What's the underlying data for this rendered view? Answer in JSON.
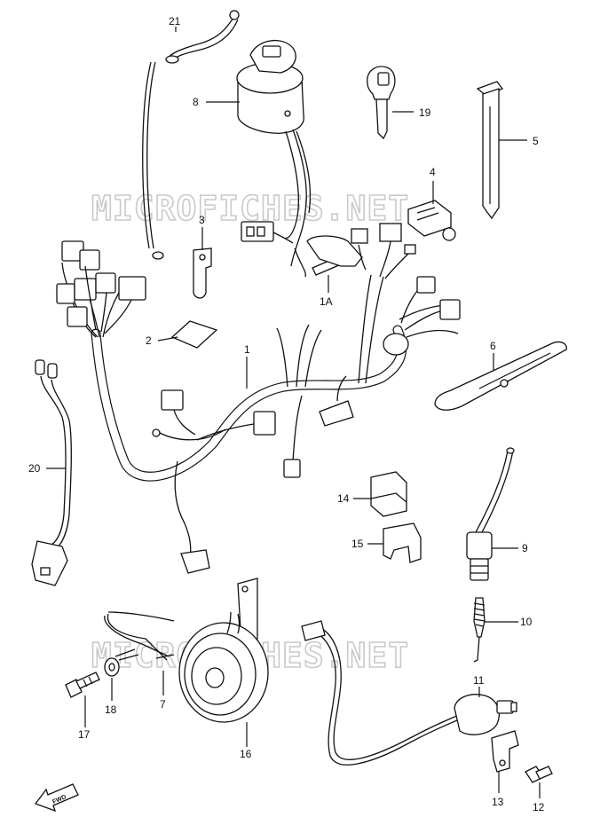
{
  "watermark": "MICROFICHES.NET",
  "fwd_label": "FWD",
  "callouts": [
    {
      "id": "c21",
      "text": "21"
    },
    {
      "id": "c8",
      "text": "8"
    },
    {
      "id": "c19",
      "text": "19"
    },
    {
      "id": "c5",
      "text": "5"
    },
    {
      "id": "c4",
      "text": "4"
    },
    {
      "id": "c3",
      "text": "3"
    },
    {
      "id": "c1a",
      "text": "1A"
    },
    {
      "id": "c2",
      "text": "2"
    },
    {
      "id": "c1",
      "text": "1"
    },
    {
      "id": "c6",
      "text": "6"
    },
    {
      "id": "c20",
      "text": "20"
    },
    {
      "id": "c14",
      "text": "14"
    },
    {
      "id": "c15",
      "text": "15"
    },
    {
      "id": "c9",
      "text": "9"
    },
    {
      "id": "c10",
      "text": "10"
    },
    {
      "id": "c11",
      "text": "11"
    },
    {
      "id": "c18",
      "text": "18"
    },
    {
      "id": "c7",
      "text": "7"
    },
    {
      "id": "c17",
      "text": "17"
    },
    {
      "id": "c16",
      "text": "16"
    },
    {
      "id": "c13",
      "text": "13"
    },
    {
      "id": "c12",
      "text": "12"
    }
  ]
}
